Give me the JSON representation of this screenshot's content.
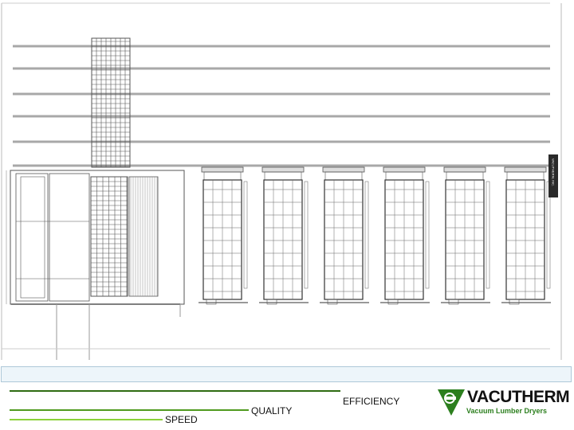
{
  "drawing": {
    "side_tab_text": "VACUTHERM, INC.",
    "chamber_count": 6
  },
  "ribbons": [
    {
      "label": "EFFICIENCY",
      "color": "#2e6b12"
    },
    {
      "label": "QUALITY",
      "color": "#4f9a1e"
    },
    {
      "label": "SPEED",
      "color": "#8cd23a"
    }
  ],
  "logo": {
    "wordmark": "VACUTHERM",
    "tagline": "Vacuum Lumber Dryers",
    "colors": {
      "primary": "#2c7f1e",
      "dark": "#111111"
    }
  }
}
